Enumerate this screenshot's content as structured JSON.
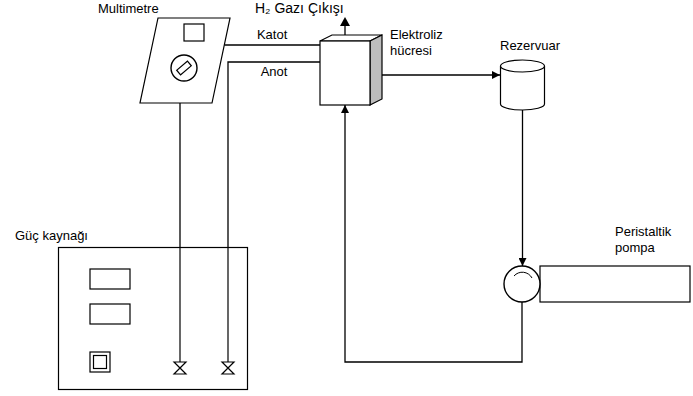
{
  "diagram": {
    "nodes": [
      {
        "text": [
          "Multimetre"
        ]
      },
      {
        "text": [
          "Elektroliz hücresi"
        ]
      },
      {
        "text": [
          "Rezervuar"
        ]
      },
      {
        "text": [
          "Peristaltik pompa"
        ]
      },
      {
        "text": [
          "Güç kaynağı"
        ]
      }
    ],
    "edges": [
      {
        "from": 0,
        "to": 1,
        "label": "Katot",
        "arrow": "none"
      },
      {
        "from": 4,
        "to": 1,
        "label": "Anot",
        "arrow": "none"
      },
      {
        "from": 0,
        "to": 4,
        "arrow": "none"
      },
      {
        "from": 1,
        "to": 2,
        "arrow": "to"
      },
      {
        "from": 2,
        "to": 3,
        "arrow": "to"
      },
      {
        "from": 3,
        "to": 1,
        "arrow": "to"
      }
    ],
    "labels": [
      "H₂ Gazı Çıkışı"
    ]
  }
}
